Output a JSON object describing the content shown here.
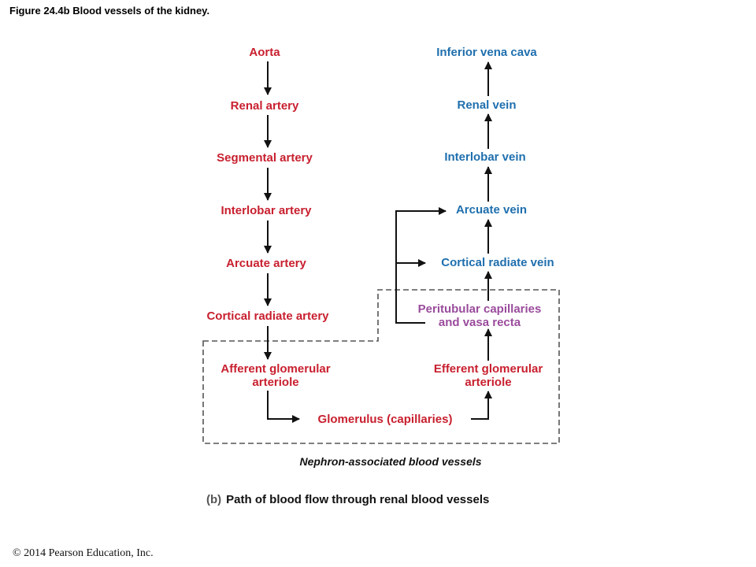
{
  "figure_title": "Figure 24.4b  Blood vessels of the kidney.",
  "arteries": [
    "Aorta",
    "Renal artery",
    "Segmental artery",
    "Interlobar artery",
    "Arcuate artery",
    "Cortical radiate artery"
  ],
  "afferent": [
    "Afferent glomerular",
    "arteriole"
  ],
  "glomerulus": "Glomerulus (capillaries)",
  "efferent": [
    "Efferent glomerular",
    "arteriole"
  ],
  "peritubular": [
    "Peritubular capillaries",
    "and vasa recta"
  ],
  "veins": [
    "Inferior vena cava",
    "Renal vein",
    "Interlobar vein",
    "Arcuate vein",
    "Cortical radiate vein"
  ],
  "nephron_caption": "Nephron-associated blood vessels",
  "panel_letter": "(b)",
  "panel_caption": "Path of blood flow through renal blood vessels",
  "copyright": "© 2014 Pearson Education, Inc.",
  "colors": {
    "artery": "#c8202f",
    "vein": "#1f6fae",
    "capillary": "#9a4b9c",
    "arrow": "#111111",
    "dashed_box": "#555555"
  }
}
